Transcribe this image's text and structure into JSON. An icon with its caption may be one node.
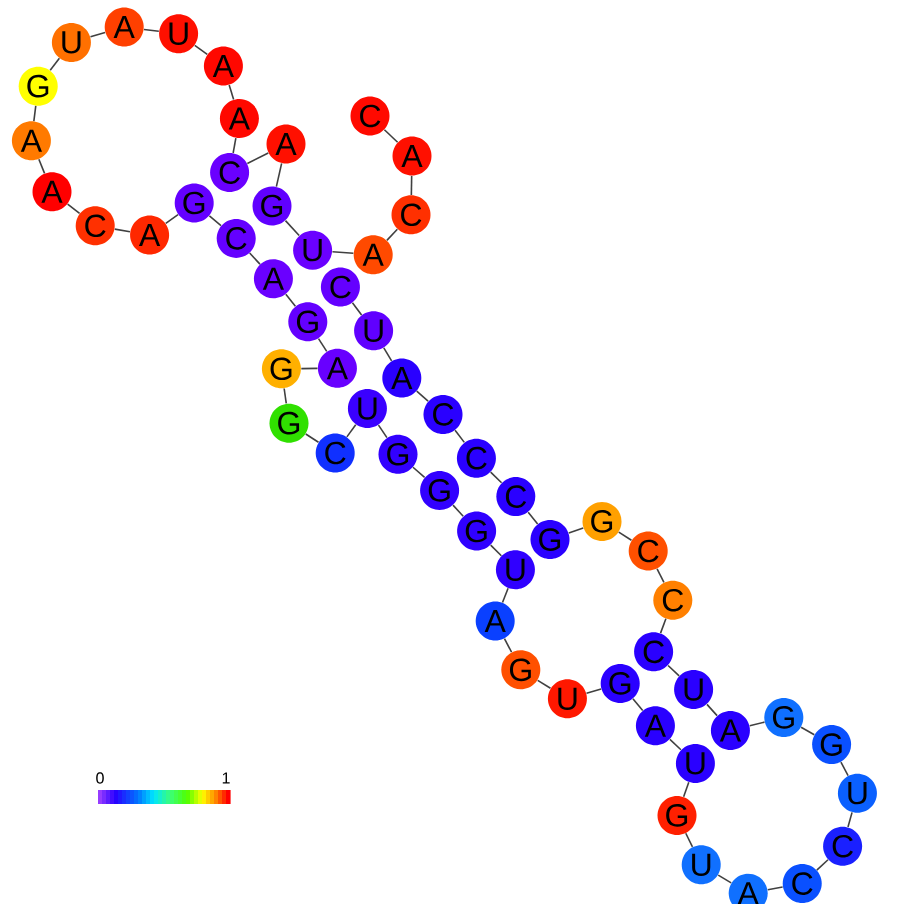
{
  "diagram": {
    "nodes": [
      {
        "text": [
          "C"
        ]
      },
      {
        "text": [
          "A"
        ]
      },
      {
        "text": [
          "C"
        ]
      },
      {
        "text": [
          "A"
        ]
      },
      {
        "text": [
          "U"
        ]
      },
      {
        "text": [
          "G"
        ]
      },
      {
        "text": [
          "A"
        ]
      },
      {
        "text": [
          "C"
        ]
      },
      {
        "text": [
          "A"
        ]
      },
      {
        "text": [
          "A"
        ]
      },
      {
        "text": [
          "U"
        ]
      },
      {
        "text": [
          "A"
        ]
      },
      {
        "text": [
          "U"
        ]
      },
      {
        "text": [
          "G"
        ]
      },
      {
        "text": [
          "A"
        ]
      },
      {
        "text": [
          "A"
        ]
      },
      {
        "text": [
          "C"
        ]
      },
      {
        "text": [
          "A"
        ]
      },
      {
        "text": [
          "G"
        ]
      },
      {
        "text": [
          "C"
        ]
      },
      {
        "text": [
          "A"
        ]
      },
      {
        "text": [
          "G"
        ]
      },
      {
        "text": [
          "A"
        ]
      },
      {
        "text": [
          "G"
        ]
      },
      {
        "text": [
          "G"
        ]
      },
      {
        "text": [
          "C"
        ]
      },
      {
        "text": [
          "U"
        ]
      },
      {
        "text": [
          "G"
        ]
      },
      {
        "text": [
          "G"
        ]
      },
      {
        "text": [
          "G"
        ]
      },
      {
        "text": [
          "U"
        ]
      },
      {
        "text": [
          "A"
        ]
      },
      {
        "text": [
          "G"
        ]
      },
      {
        "text": [
          "U"
        ]
      },
      {
        "text": [
          "G"
        ]
      },
      {
        "text": [
          "A"
        ]
      },
      {
        "text": [
          "U"
        ]
      },
      {
        "text": [
          "G"
        ]
      },
      {
        "text": [
          "U"
        ]
      },
      {
        "text": [
          "A"
        ]
      },
      {
        "text": [
          "C"
        ]
      },
      {
        "text": [
          "C"
        ]
      },
      {
        "text": [
          "U"
        ]
      },
      {
        "text": [
          "G"
        ]
      },
      {
        "text": [
          "G"
        ]
      },
      {
        "text": [
          "A"
        ]
      },
      {
        "text": [
          "U"
        ]
      },
      {
        "text": [
          "C"
        ]
      },
      {
        "text": [
          "C"
        ]
      },
      {
        "text": [
          "C"
        ]
      },
      {
        "text": [
          "G"
        ]
      },
      {
        "text": [
          "G"
        ]
      },
      {
        "text": [
          "C"
        ]
      },
      {
        "text": [
          "C"
        ]
      },
      {
        "text": [
          "C"
        ]
      },
      {
        "text": [
          "A"
        ]
      },
      {
        "text": [
          "U"
        ]
      },
      {
        "text": [
          "C"
        ]
      }
    ],
    "edges": [
      {
        "from": 0,
        "to": 1,
        "arrow": "none"
      },
      {
        "from": 1,
        "to": 2,
        "arrow": "none"
      },
      {
        "from": 2,
        "to": 3,
        "arrow": "none"
      },
      {
        "from": 3,
        "to": 4,
        "arrow": "none"
      },
      {
        "from": 4,
        "to": 5,
        "arrow": "none"
      },
      {
        "from": 5,
        "to": 6,
        "arrow": "none"
      },
      {
        "from": 6,
        "to": 7,
        "arrow": "none"
      },
      {
        "from": 7,
        "to": 8,
        "arrow": "none"
      },
      {
        "from": 8,
        "to": 9,
        "arrow": "none"
      },
      {
        "from": 9,
        "to": 10,
        "arrow": "none"
      },
      {
        "from": 10,
        "to": 11,
        "arrow": "none"
      },
      {
        "from": 11,
        "to": 12,
        "arrow": "none"
      },
      {
        "from": 12,
        "to": 13,
        "arrow": "none"
      },
      {
        "from": 13,
        "to": 14,
        "arrow": "none"
      },
      {
        "from": 14,
        "to": 15,
        "arrow": "none"
      },
      {
        "from": 15,
        "to": 16,
        "arrow": "none"
      },
      {
        "from": 16,
        "to": 17,
        "arrow": "none"
      },
      {
        "from": 17,
        "to": 18,
        "arrow": "none"
      },
      {
        "from": 18,
        "to": 19,
        "arrow": "none"
      },
      {
        "from": 19,
        "to": 20,
        "arrow": "none"
      },
      {
        "from": 20,
        "to": 21,
        "arrow": "none"
      },
      {
        "from": 21,
        "to": 22,
        "arrow": "none"
      },
      {
        "from": 22,
        "to": 23,
        "arrow": "none"
      },
      {
        "from": 23,
        "to": 24,
        "arrow": "none"
      },
      {
        "from": 24,
        "to": 25,
        "arrow": "none"
      },
      {
        "from": 25,
        "to": 26,
        "arrow": "none"
      },
      {
        "from": 26,
        "to": 27,
        "arrow": "none"
      },
      {
        "from": 27,
        "to": 28,
        "arrow": "none"
      },
      {
        "from": 28,
        "to": 29,
        "arrow": "none"
      },
      {
        "from": 29,
        "to": 30,
        "arrow": "none"
      },
      {
        "from": 30,
        "to": 31,
        "arrow": "none"
      },
      {
        "from": 31,
        "to": 32,
        "arrow": "none"
      },
      {
        "from": 32,
        "to": 33,
        "arrow": "none"
      },
      {
        "from": 33,
        "to": 34,
        "arrow": "none"
      },
      {
        "from": 34,
        "to": 35,
        "arrow": "none"
      },
      {
        "from": 35,
        "to": 36,
        "arrow": "none"
      },
      {
        "from": 36,
        "to": 37,
        "arrow": "none"
      },
      {
        "from": 37,
        "to": 38,
        "arrow": "none"
      },
      {
        "from": 38,
        "to": 39,
        "arrow": "none"
      },
      {
        "from": 39,
        "to": 40,
        "arrow": "none"
      },
      {
        "from": 40,
        "to": 41,
        "arrow": "none"
      },
      {
        "from": 41,
        "to": 42,
        "arrow": "none"
      },
      {
        "from": 42,
        "to": 43,
        "arrow": "none"
      },
      {
        "from": 43,
        "to": 44,
        "arrow": "none"
      },
      {
        "from": 44,
        "to": 45,
        "arrow": "none"
      },
      {
        "from": 45,
        "to": 46,
        "arrow": "none"
      },
      {
        "from": 46,
        "to": 47,
        "arrow": "none"
      },
      {
        "from": 47,
        "to": 48,
        "arrow": "none"
      },
      {
        "from": 48,
        "to": 49,
        "arrow": "none"
      },
      {
        "from": 49,
        "to": 50,
        "arrow": "none"
      },
      {
        "from": 50,
        "to": 51,
        "arrow": "none"
      },
      {
        "from": 51,
        "to": 52,
        "arrow": "none"
      },
      {
        "from": 52,
        "to": 53,
        "arrow": "none"
      },
      {
        "from": 53,
        "to": 54,
        "arrow": "none"
      },
      {
        "from": 54,
        "to": 55,
        "arrow": "none"
      },
      {
        "from": 55,
        "to": 56,
        "arrow": "none"
      },
      {
        "from": 56,
        "to": 57,
        "arrow": "none"
      }
    ],
    "labels": [
      "0",
      "1"
    ]
  }
}
